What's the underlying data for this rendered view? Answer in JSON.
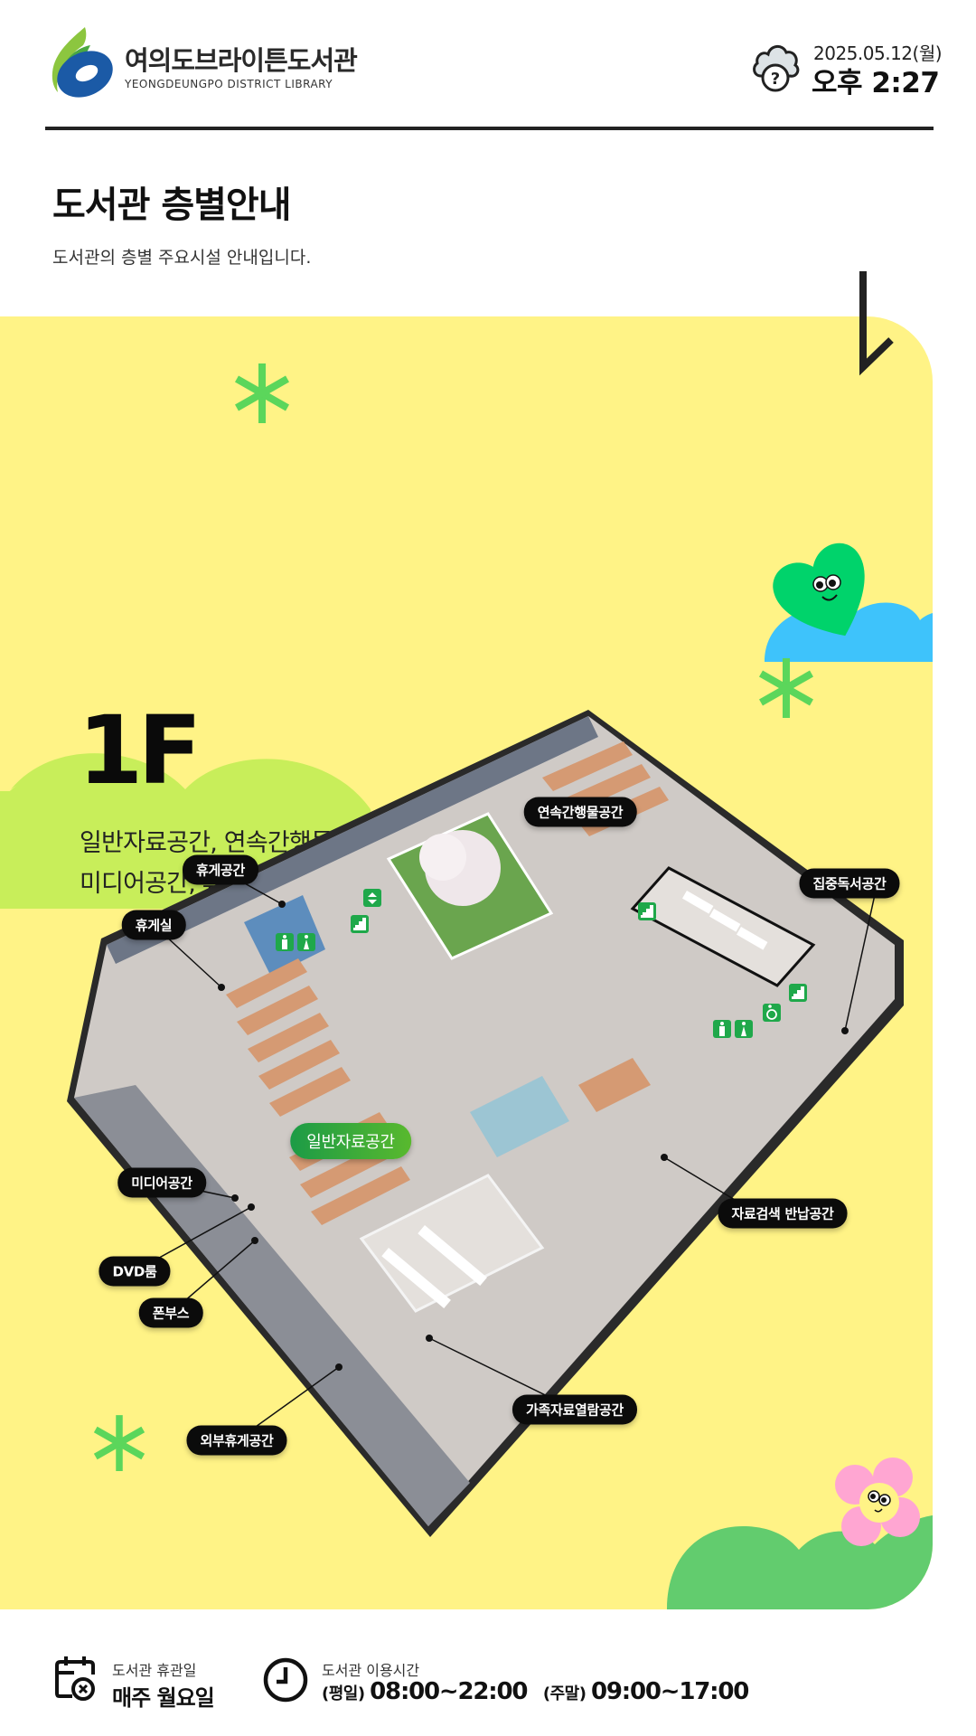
{
  "header": {
    "library_name": "여의도브라이튼도서관",
    "library_name_en": "YEONGDEUNGPO DISTRICT LIBRARY",
    "weather_icon": "cloud-question-icon",
    "date": "2025.05.12(월)",
    "time": "오후 2:27"
  },
  "page": {
    "title": "도서관 층별안내",
    "subtitle": "도서관의 층별 주요시설 안내입니다."
  },
  "floor": {
    "label": "1F",
    "facilities_line1": "일반자료공간, 연속간행물공간, 집중독서공간",
    "facilities_line2": "미디어공간, 휴게실",
    "map_labels": {
      "periodicals": "연속간행물공간",
      "lounge_space": "휴게공간",
      "lounge_room": "휴게실",
      "focus_reading": "집중독서공간",
      "general_materials": "일반자료공간",
      "media_space": "미디어공간",
      "search_return": "자료검색 반납공간",
      "dvd_room": "DVD룸",
      "phone_booth": "폰부스",
      "family_reading": "가족자료열람공간",
      "outdoor_lounge": "외부휴게공간"
    },
    "map_icons": [
      "elevator-icon",
      "stairs-icon",
      "restroom-male-icon",
      "restroom-female-icon",
      "wheelchair-icon"
    ]
  },
  "colors": {
    "panel_bg": "#fff386",
    "accent_green": "#5bd65b",
    "heart_green": "#00d36b",
    "cloud_blue": "#3ec3fb",
    "hill_lime": "#c8ee5a",
    "hill_green": "#62cc6e",
    "flower_pink": "#ffa6d2"
  },
  "footer": {
    "closed_title": "도서관 휴관일",
    "closed_value": "매주 월요일",
    "hours_title": "도서관 이용시간",
    "weekday_tag": "(평일)",
    "weekday_hours": "08:00~22:00",
    "weekend_tag": "(주말)",
    "weekend_hours": "09:00~17:00"
  }
}
